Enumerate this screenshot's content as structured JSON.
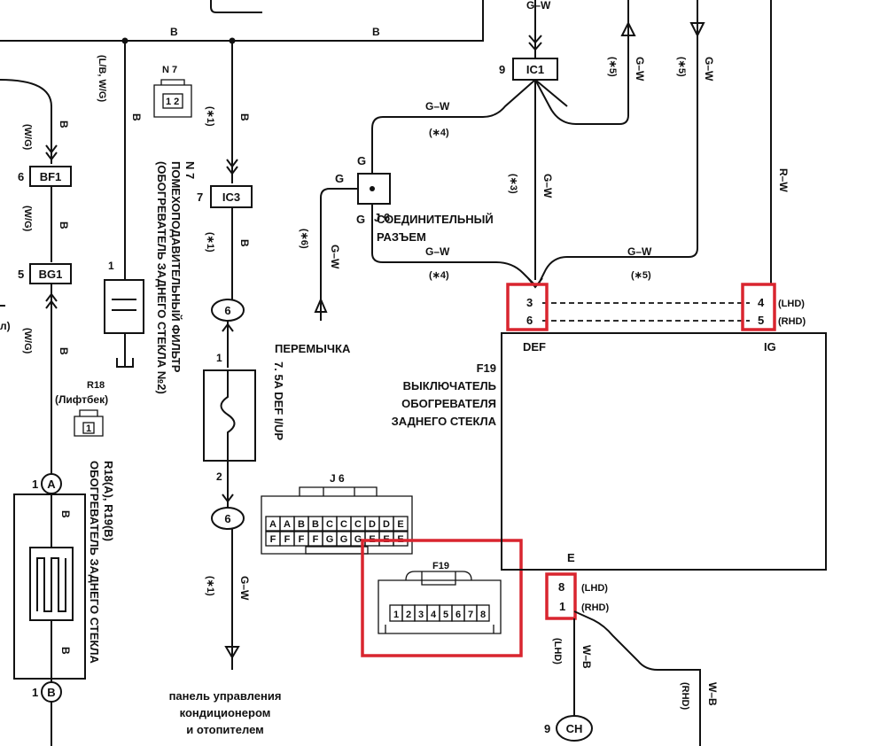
{
  "wires": {
    "b_top_left": "B",
    "b_top_right": "B",
    "b1": "B",
    "b2": "B",
    "b3": "B",
    "b4": "B",
    "b5": "B",
    "b6": "B",
    "b_ic3_top": "B",
    "b_ic3_bot": "B",
    "wg1": "(W/G)",
    "wg2": "(W/G)",
    "wg3": "(W/G)",
    "lb_wg": "(L/B, W/G)",
    "a_b1": "B",
    "a_b2": "B",
    "gw_top1": "G–W",
    "gw_top2": "G–W",
    "gw_top3": "G–W",
    "gw_mid": "G–W",
    "gw_vert": "G–W",
    "gw_bot_left": "G–W",
    "gw_bot_right": "G–W",
    "gw_mid2": "G–W",
    "gw_lower": "G–W",
    "rw": "R–W",
    "wb1": "W–B",
    "wb2": "W–B",
    "p1": "(∗1)",
    "p1b": "(∗1)",
    "p1c": "(∗1)",
    "p3": "(∗3)",
    "p4": "(∗4)",
    "p4b": "(∗4)",
    "p5": "(∗5)",
    "p5b": "(∗5)",
    "p5c": "(∗5)",
    "p6": "(∗6)",
    "lhd": "(LHD)",
    "rhd": "(RHD)"
  },
  "connectors": {
    "ic1": "IC1",
    "ic1_pin": "9",
    "ic3": "IC3",
    "ic3_pin": "7",
    "bf1": "BF1",
    "bf1_pin": "6",
    "bg1": "BG1",
    "bg1_pin": "5",
    "circle6a": "6",
    "circle6b": "6",
    "a": "A",
    "a_pin": "1",
    "b": "B",
    "b_pin": "1",
    "ch": "CH",
    "ch_pin": "9",
    "n7_tag": "N 7",
    "n7_pins": "1 2",
    "r18_tag": "R18",
    "r18_sub": "(Лифтбек)",
    "r18_pin": "1",
    "j6_tag": "J 6",
    "f19_tag": "F19",
    "j6_row1": [
      "A",
      "A",
      "B",
      "B",
      "C",
      "C",
      "C",
      "D",
      "D",
      "E"
    ],
    "j6_row2": [
      "F",
      "F",
      "F",
      "F",
      "G",
      "G",
      "G",
      "E",
      "E",
      "E"
    ],
    "f19_pins": [
      "1",
      "2",
      "3",
      "4",
      "5",
      "6",
      "7",
      "8"
    ]
  },
  "pins": {
    "g1": "G",
    "g2": "G",
    "g3": "G",
    "def3": "3",
    "def6": "6",
    "ig4": "4",
    "ig5": "5",
    "e8": "8",
    "e1": "1",
    "fuse1": "1",
    "fuse2": "2",
    "cap1": "1"
  },
  "labels": {
    "j6_desc1": "J 6",
    "j6_desc2": "СОЕДИНИТЕЛЬНЫЙ",
    "j6_desc3": "РАЗЪЕМ",
    "peremychka": "ПЕРЕМЫЧКА",
    "def": "DEF",
    "ig": "IG",
    "e": "E",
    "f19_desc": [
      "F19",
      "ВЫКЛЮЧАТЕЛЬ",
      "ОБОГРЕВАТЕЛЯ",
      "ЗАДНЕГО СТЕКЛА"
    ],
    "fuse_desc": "7. 5A DEF I/UP",
    "n7_desc": [
      "N 7",
      "ПОМЕХОПОДАВИТЕЛЬНЫЙ ФИЛЬТР",
      "(ОБОГРЕВАТЕЛЬ ЗАДНЕГО СТЕКЛА №2)"
    ],
    "heater_desc": [
      "R18(A), R19(B)",
      "ОБОГРЕВАТЕЛЬ ЗАДНЕГО СТЕКЛА"
    ],
    "panel": [
      "панель управления",
      "кондиционером",
      "и отопителем"
    ],
    "left_cut": "л)"
  },
  "colors": {
    "line": "#111111",
    "highlight": "#d9252f"
  }
}
